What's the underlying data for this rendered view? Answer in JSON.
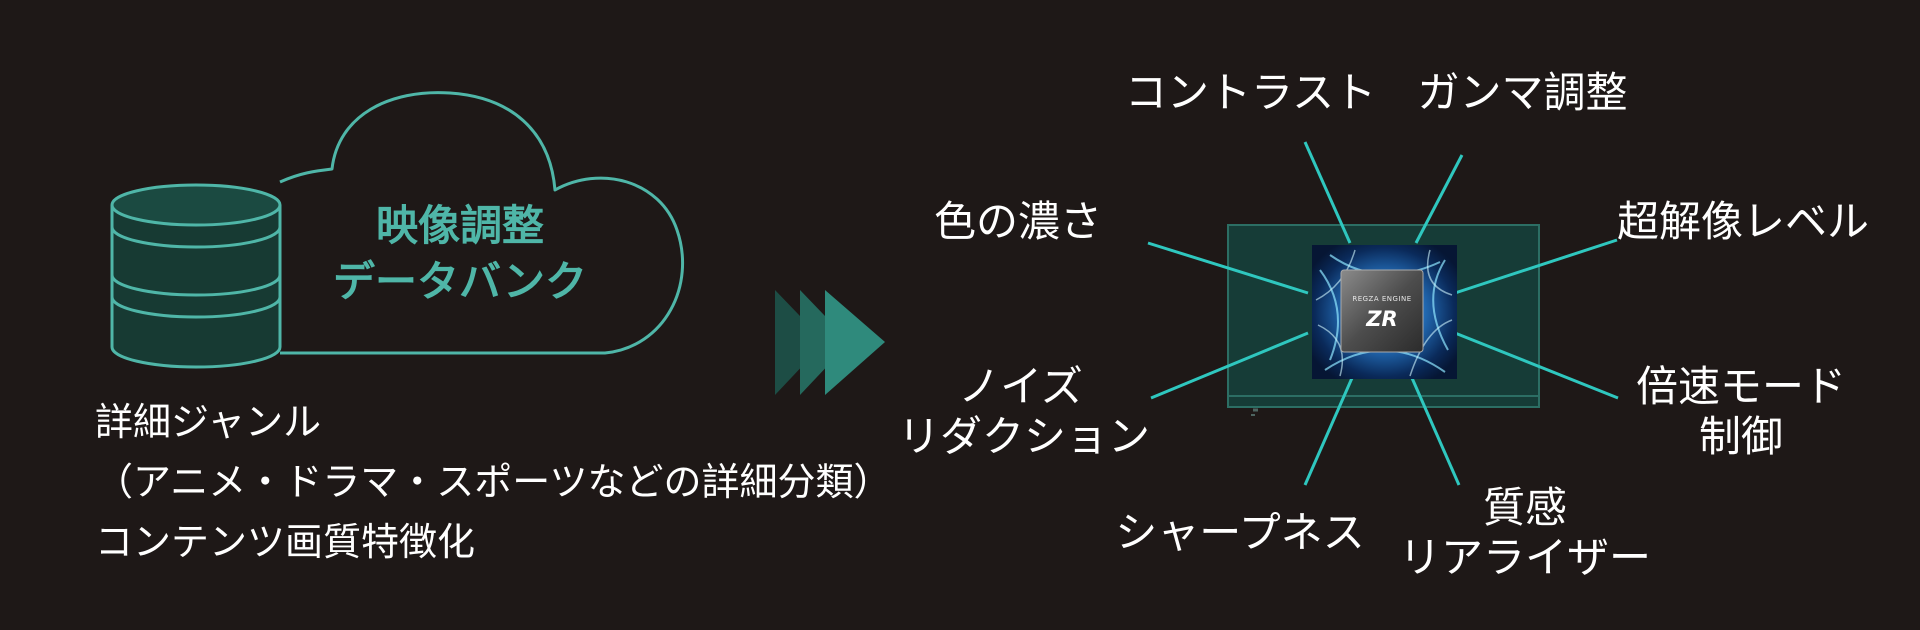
{
  "colors": {
    "background": "#1e1817",
    "accent": "#4fb6a8",
    "ray": "#2fc7bf",
    "text": "#ffffff"
  },
  "databank": {
    "title_line1": "映像調整",
    "title_line2": "データバンク"
  },
  "features": [
    "詳細ジャンル",
    "（アニメ・ドラマ・スポーツなどの詳細分類）",
    "コンテンツ画質特徴化"
  ],
  "engine": {
    "brand": "REGZA ENGINE",
    "model": "ZR"
  },
  "adjustments": {
    "contrast": "コントラスト",
    "gamma": "ガンマ調整",
    "color_density": "色の濃さ",
    "super_resolution": "超解像レベル",
    "noise_reduction_line1": "ノイズ",
    "noise_reduction_line2": "リダクション",
    "double_speed_line1": "倍速モード",
    "double_speed_line2": "制御",
    "sharpness": "シャープネス",
    "texture_line1": "質感",
    "texture_line2": "リアライザー"
  },
  "icons": [
    "database-icon",
    "cloud-icon",
    "triple-arrow-icon",
    "tv-icon",
    "chip-icon"
  ]
}
